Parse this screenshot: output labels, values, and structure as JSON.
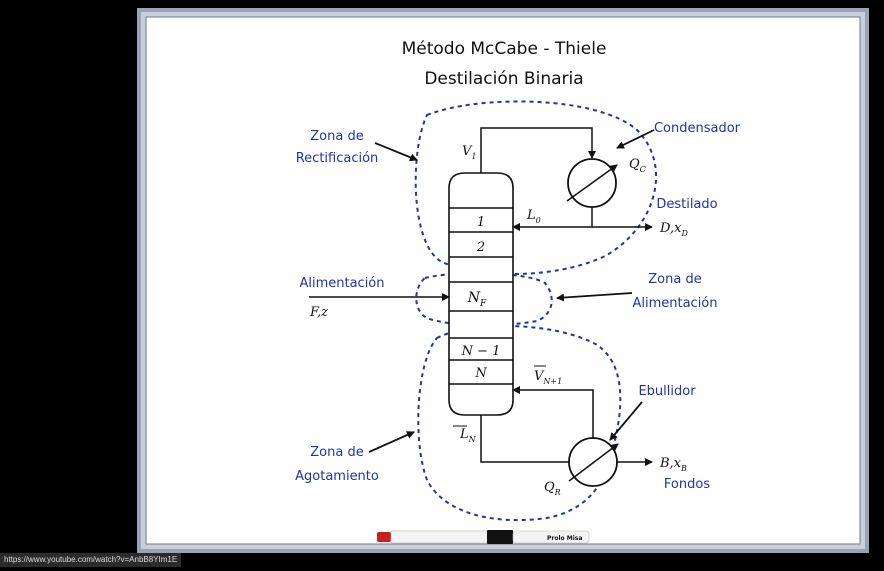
{
  "title": {
    "line1": "Método McCabe - Thiele",
    "line2": "Destilación Binaria"
  },
  "labels": {
    "zona_rect_1": "Zona de",
    "zona_rect_2": "Rectificación",
    "condensador": "Condensador",
    "destilado": "Destilado",
    "alimentacion": "Alimentación",
    "zona_alim_1": "Zona de",
    "zona_alim_2": "Alimentación",
    "ebullidor": "Ebullidor",
    "zona_agot_1": "Zona de",
    "zona_agot_2": "Agotamiento",
    "fondos": "Fondos"
  },
  "symbols": {
    "v1": "V",
    "v1_sub": "1",
    "qc": "Q",
    "qc_sub": "C",
    "l0": "L",
    "l0_sub": "0",
    "dx": "D,x",
    "dx_sub": "D",
    "fz": "F,z",
    "nf": "N",
    "nf_sub": "F",
    "vn1": "V",
    "vn1_sub": "N+1",
    "ln": "L",
    "ln_sub": "N",
    "qr": "Q",
    "qr_sub": "R",
    "bx": "B,x",
    "bx_sub": "B"
  },
  "stages": {
    "s1": "1",
    "s2": "2",
    "sn1": "N − 1",
    "sn": "N"
  },
  "marker_brand": "Prolo Misa",
  "url": "https://www.youtube.com/watch?v=AnbB8YIm1E",
  "colors": {
    "annotation": "#2233a8",
    "ink": "#111111",
    "frame": "#8a93a6"
  }
}
